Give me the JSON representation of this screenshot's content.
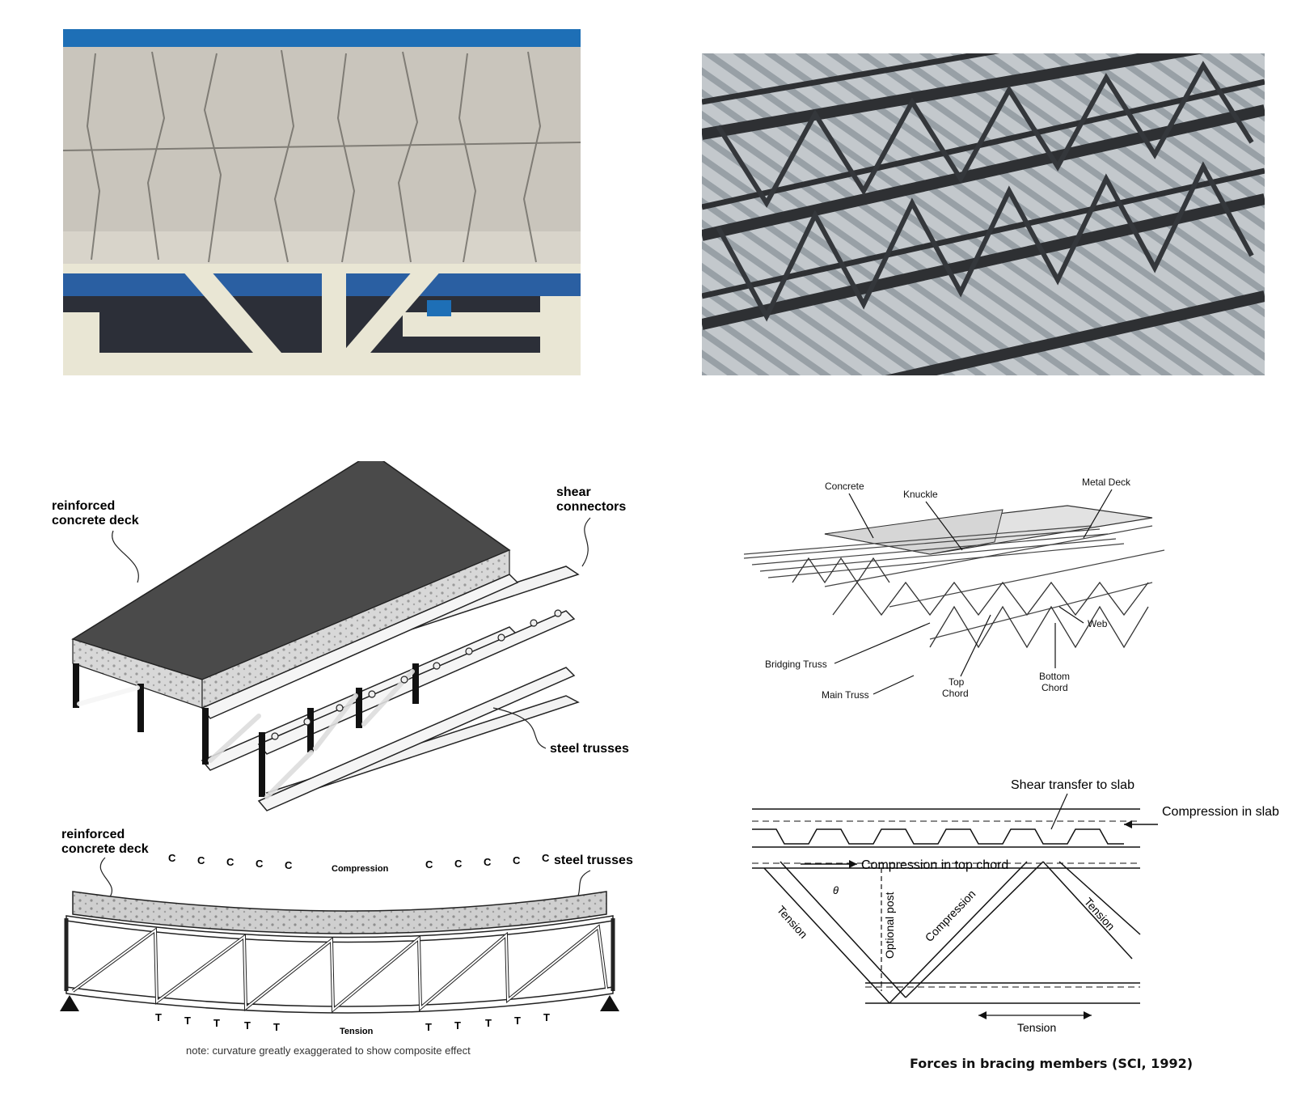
{
  "iso": {
    "deck_label_1": "reinforced",
    "deck_label_2": "concrete deck",
    "shear_label_1": "shear",
    "shear_label_2": "connectors",
    "truss_label": "steel trusses"
  },
  "bend": {
    "deck_label_1": "reinforced",
    "deck_label_2": "concrete deck",
    "truss_label": "steel trusses",
    "compression_letter": "C",
    "compression_label": "Compression",
    "tension_letter": "T",
    "tension_label": "Tension",
    "note": "note: curvature greatly exaggerated to show composite effect"
  },
  "joist": {
    "concrete": "Concrete",
    "knuckle": "Knuckle",
    "metal_deck": "Metal Deck",
    "web": "Web",
    "bridging_truss": "Bridging Truss",
    "top_chord_1": "Top",
    "top_chord_2": "Chord",
    "bottom_chord_1": "Bottom",
    "bottom_chord_2": "Chord",
    "main_truss": "Main Truss"
  },
  "forces": {
    "shear_transfer": "Shear transfer to slab",
    "compression_slab": "Compression in slab",
    "compression_top_chord": "Compression in top chord",
    "theta": "θ",
    "optional_post": "Optional post",
    "tension_left": "Tension",
    "compression_diag": "Compression",
    "tension_right": "Tension",
    "tension_bottom": "Tension"
  },
  "caption": "Forces in bracing members (SCI, 1992)",
  "colors": {
    "deck_top": "#4a4a4a",
    "concrete_gray": "#c8c8c8",
    "truss_fill": "#f2f2f2",
    "photo_blue": "#1e6fb6",
    "cream_steel": "#e9e6d4",
    "roof_sheet": "#bfc4c8",
    "steel_dark": "#3b3d40"
  }
}
